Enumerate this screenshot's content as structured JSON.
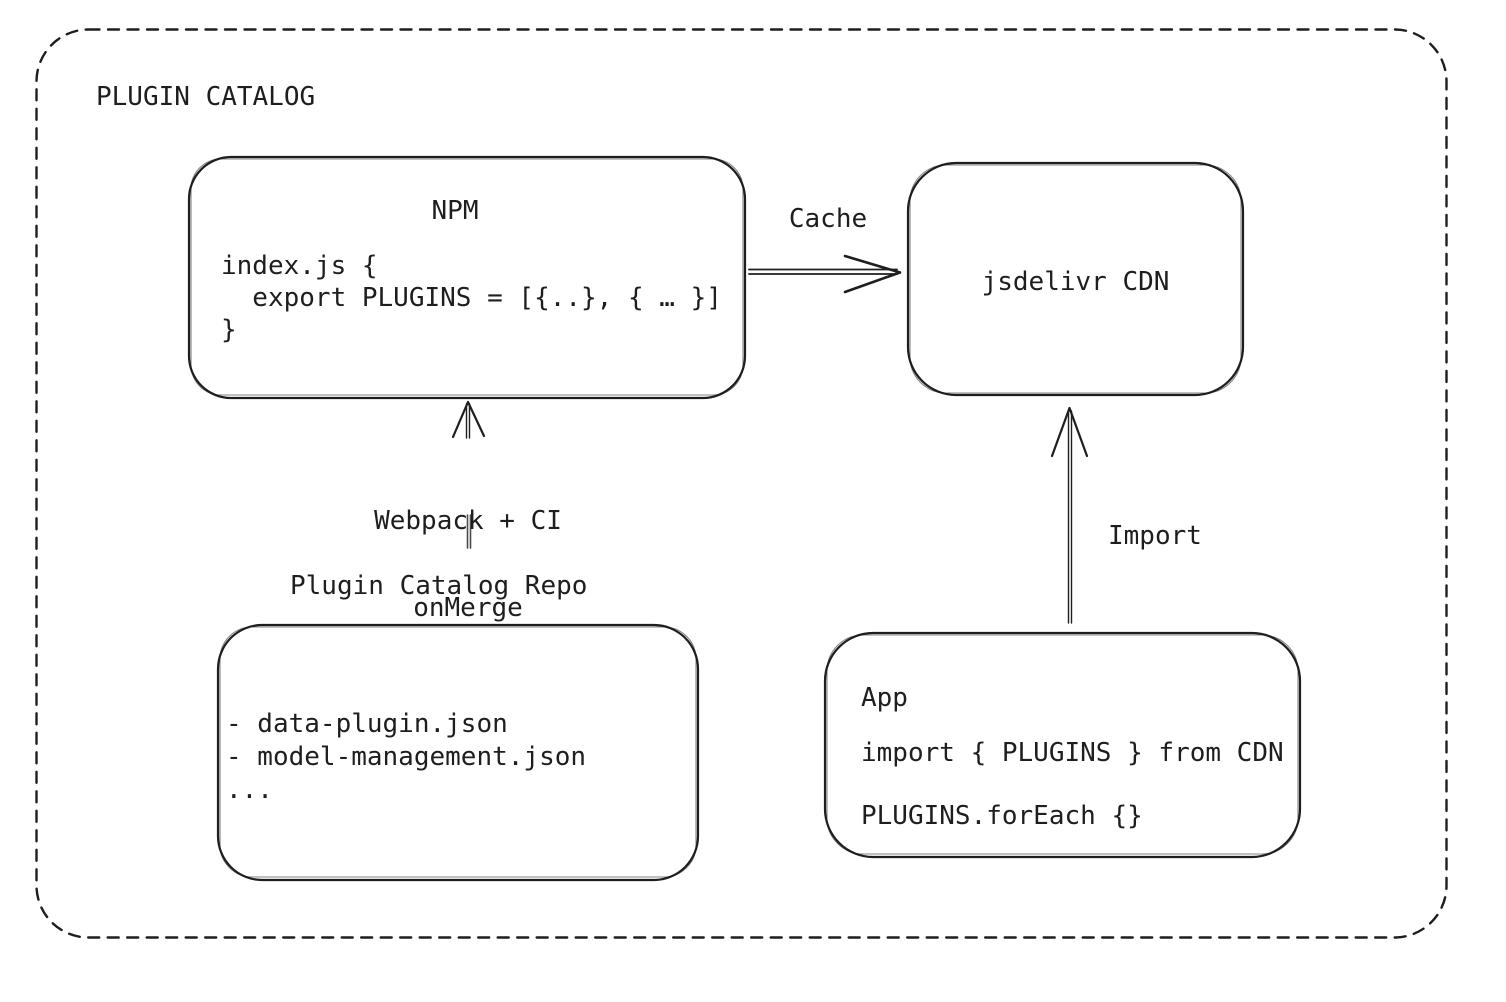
{
  "diagram": {
    "title": "PLUGIN CATALOG",
    "colors": {
      "stroke": "#1e1e1e",
      "connector": "#4a4a4a",
      "background": "#ffffff"
    },
    "nodes": {
      "npm": {
        "title": "NPM",
        "code_lines": [
          "index.js {",
          "  export PLUGINS = [{..}, { … }]",
          "}"
        ]
      },
      "cdn": {
        "label": "jsdelivr CDN"
      },
      "repo": {
        "label": "Plugin Catalog Repo",
        "file_lines": [
          "- data-plugin.json",
          "- model-management.json",
          "..."
        ]
      },
      "app": {
        "title": "App",
        "code_lines": [
          "import { PLUGINS } from CDN",
          "PLUGINS.forEach {}"
        ]
      }
    },
    "edges": {
      "cache": {
        "label": "Cache"
      },
      "build": {
        "label_lines": [
          "Webpack + CI",
          "onMerge"
        ]
      },
      "import_edge": {
        "label": "Import"
      }
    }
  }
}
